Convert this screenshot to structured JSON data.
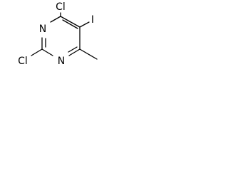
{
  "molecule": {
    "atoms": {
      "cl_top": "Cl",
      "iodine": "I",
      "n_upper": "N",
      "n_lower": "N",
      "cl_bottom": "Cl"
    }
  },
  "colors": {
    "bond": "#000000",
    "label": "#000000",
    "background": "#ffffff"
  }
}
